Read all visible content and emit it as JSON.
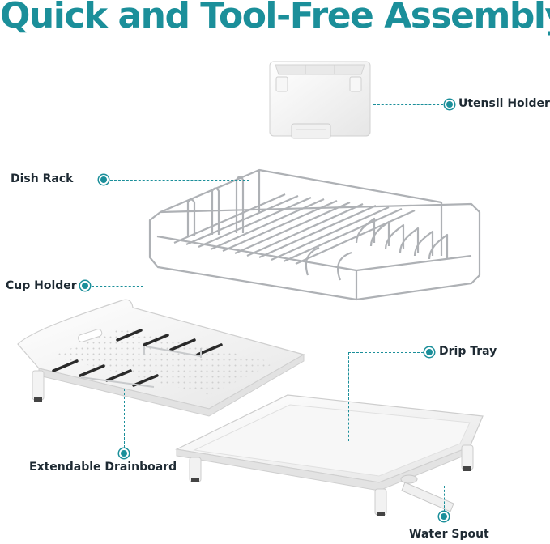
{
  "title": "Quick and Tool-Free Assembly",
  "colors": {
    "accent": "#1b8f9a",
    "label_text": "#1e2a33",
    "plastic": "#f4f4f4",
    "steel": "#b9bcc0"
  },
  "labels": {
    "utensil_holder": "Utensil Holder",
    "dish_rack": "Dish Rack",
    "cup_holder": "Cup Holder",
    "drip_tray": "Drip Tray",
    "extendable_drainboard": "Extendable Drainboard",
    "water_spout": "Water Spout"
  }
}
